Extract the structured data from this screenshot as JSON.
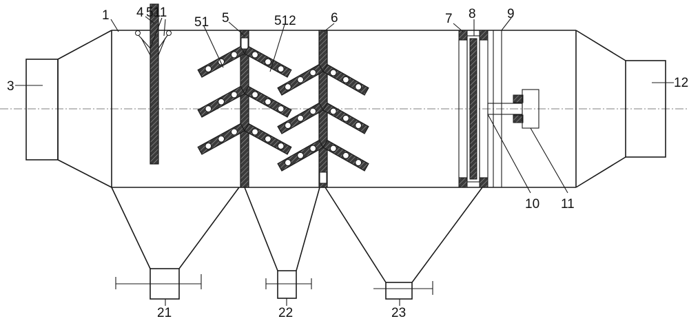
{
  "labels": {
    "housing": "1",
    "inlet": "3",
    "spray_pipe": "4",
    "plate_group": "51",
    "nozzle": "511",
    "baffle": "512",
    "partition_a": "5",
    "partition_b": "6",
    "frame": "7",
    "filter": "8",
    "support": "9",
    "shaft": "10",
    "motor": "11",
    "outlet": "12",
    "hopper_a": "21",
    "hopper_b": "22",
    "hopper_c": "23"
  }
}
